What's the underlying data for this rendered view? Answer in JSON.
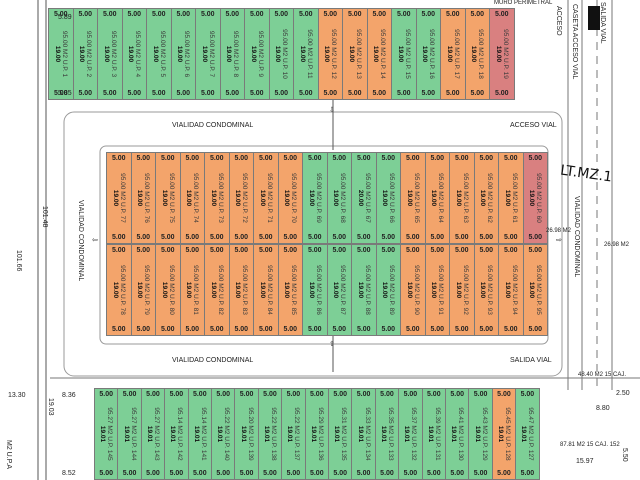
{
  "colors": {
    "green": "#7dcf96",
    "orange": "#f3a46b",
    "red": "#d98080"
  },
  "labels": {
    "vialidad_top": "VIALIDAD CONDOMINAL",
    "acceso_vial": "ACCESO VIAL",
    "vialidad_bottom": "VIALIDAD CONDOMINAL",
    "salida_vial": "SALIDA VIAL",
    "vialidad_left": "VIALIDAD CONDOMINAL",
    "vialidad_right": "VIALIDAD CONDOMINAL",
    "salida_vial_right": "SALIDA VIAL",
    "castillo_acceso": "CASETA ACCESO VIAL",
    "acceso": "ACCESO",
    "lt_mz": "LT.MZ.1",
    "muro": "MURO PERIMETRAL",
    "m2_upa": "M2 U.P.A",
    "area_right": "48.40 M2 15 CAJ.",
    "area_bottom_right": "87.81 M2 15 CAJ. 152",
    "dim_101_66": "101.66",
    "dim_101_48": "101.48",
    "dim_8_36": "8.36",
    "dim_8_52": "8.52",
    "dim_13_30": "13.30",
    "dim_8_80": "8.80",
    "dim_15_97": "15.97",
    "dim_5_85": "5.85",
    "dim_5_89": "5.89",
    "dim_26_98_a": "26.98 M2",
    "dim_26_98_b": "26.98 M2",
    "dim_19_03": "19.03",
    "dim_2_50": "2.50",
    "dim_5_50": "5.50",
    "arrow_down": "⇩",
    "arrow_up": "⇧",
    "arrow_left": "⇦",
    "arrow_right": "⇨"
  },
  "rows": [
    {
      "name": "top-row",
      "width_label": "5.00",
      "lots": [
        {
          "c": "green",
          "a": "95.00 M2 U.P. 1",
          "d": "19.00"
        },
        {
          "c": "green",
          "a": "95.00 M2 U.P. 2",
          "d": "19.00"
        },
        {
          "c": "green",
          "a": "95.00 M2 U.P. 3",
          "d": "19.00"
        },
        {
          "c": "green",
          "a": "95.00 M2 U.P. 4",
          "d": "19.00"
        },
        {
          "c": "green",
          "a": "95.00 M2 U.P. 5",
          "d": "19.00"
        },
        {
          "c": "green",
          "a": "95.00 M2 U.P. 6",
          "d": "19.00"
        },
        {
          "c": "green",
          "a": "95.00 M2 U.P. 7",
          "d": "19.00"
        },
        {
          "c": "green",
          "a": "95.00 M2 U.P. 8",
          "d": "19.00"
        },
        {
          "c": "green",
          "a": "95.00 M2 U.P. 9",
          "d": "19.00"
        },
        {
          "c": "green",
          "a": "95.00 M2 U.P. 10",
          "d": "19.00"
        },
        {
          "c": "green",
          "a": "95.00 M2 U.P. 11",
          "d": "19.00"
        },
        {
          "c": "orange",
          "a": "95.00 M2 U.P. 12",
          "d": "19.00"
        },
        {
          "c": "orange",
          "a": "95.00 M2 U.P. 13",
          "d": "19.00"
        },
        {
          "c": "orange",
          "a": "95.00 M2 U.P. 14",
          "d": "19.00"
        },
        {
          "c": "green",
          "a": "95.00 M2 U.P. 15",
          "d": "19.00"
        },
        {
          "c": "green",
          "a": "95.00 M2 U.P. 16",
          "d": "19.00"
        },
        {
          "c": "orange",
          "a": "95.00 M2 U.P. 17",
          "d": "19.00"
        },
        {
          "c": "orange",
          "a": "95.00 M2 U.P. 18",
          "d": "19.00"
        },
        {
          "c": "red",
          "a": "95.00 M2 U.P. 19",
          "d": "19.00"
        }
      ]
    },
    {
      "name": "middle-upper-row",
      "width_label": "5.00",
      "lots": [
        {
          "c": "orange",
          "a": "95.00 M2 U.P. 77",
          "d": "19.00"
        },
        {
          "c": "orange",
          "a": "95.00 M2 U.P. 76",
          "d": "19.00"
        },
        {
          "c": "orange",
          "a": "95.00 M2 U.P. 75",
          "d": "19.00"
        },
        {
          "c": "orange",
          "a": "95.00 M2 U.P. 74",
          "d": "19.00"
        },
        {
          "c": "orange",
          "a": "95.00 M2 U.P. 73",
          "d": "19.00"
        },
        {
          "c": "orange",
          "a": "95.00 M2 U.P. 72",
          "d": "19.00"
        },
        {
          "c": "orange",
          "a": "95.00 M2 U.P. 71",
          "d": "19.00"
        },
        {
          "c": "orange",
          "a": "95.00 M2 U.P. 70",
          "d": "19.00"
        },
        {
          "c": "green",
          "a": "95.00 M2 U.P. 69",
          "d": "19.00"
        },
        {
          "c": "green",
          "a": "95.00 M2 U.P. 68",
          "d": "19.00"
        },
        {
          "c": "green",
          "a": "95.00 M2 U.P. 67",
          "d": "20.00"
        },
        {
          "c": "green",
          "a": "95.00 M2 U.P. 66",
          "d": "19.00"
        },
        {
          "c": "orange",
          "a": "95.00 M2 U.P. 65",
          "d": "19.00"
        },
        {
          "c": "orange",
          "a": "95.00 M2 U.P. 64",
          "d": "19.00"
        },
        {
          "c": "orange",
          "a": "95.00 M2 U.P. 63",
          "d": "19.00"
        },
        {
          "c": "orange",
          "a": "95.00 M2 U.P. 62",
          "d": "19.00"
        },
        {
          "c": "orange",
          "a": "95.00 M2 U.P. 61",
          "d": "19.00"
        },
        {
          "c": "red",
          "a": "95.00 M2 U.P. 60",
          "d": "19.00"
        }
      ]
    },
    {
      "name": "middle-lower-row",
      "width_label": "5.00",
      "lots": [
        {
          "c": "orange",
          "a": "95.00 M2 U.P. 78",
          "d": "19.00"
        },
        {
          "c": "orange",
          "a": "95.00 M2 U.P. 79",
          "d": "19.00"
        },
        {
          "c": "orange",
          "a": "95.00 M2 U.P. 80",
          "d": "19.00"
        },
        {
          "c": "orange",
          "a": "95.00 M2 U.P. 81",
          "d": "19.00"
        },
        {
          "c": "orange",
          "a": "95.00 M2 U.P. 82",
          "d": "19.00"
        },
        {
          "c": "orange",
          "a": "95.00 M2 U.P. 83",
          "d": "19.00"
        },
        {
          "c": "orange",
          "a": "95.00 M2 U.P. 84",
          "d": "19.00"
        },
        {
          "c": "orange",
          "a": "95.00 M2 U.P. 85",
          "d": "19.00"
        },
        {
          "c": "green",
          "a": "95.00 M2 U.P. 86",
          "d": "19.00"
        },
        {
          "c": "green",
          "a": "95.00 M2 U.P. 87",
          "d": "19.00"
        },
        {
          "c": "green",
          "a": "95.00 M2 U.P. 88",
          "d": "19.00"
        },
        {
          "c": "green",
          "a": "95.00 M2 U.P. 89",
          "d": "19.00"
        },
        {
          "c": "orange",
          "a": "95.00 M2 U.P. 90",
          "d": "19.00"
        },
        {
          "c": "orange",
          "a": "95.00 M2 U.P. 91",
          "d": "19.00"
        },
        {
          "c": "orange",
          "a": "95.00 M2 U.P. 92",
          "d": "19.00"
        },
        {
          "c": "orange",
          "a": "95.00 M2 U.P. 93",
          "d": "19.00"
        },
        {
          "c": "orange",
          "a": "95.00 M2 U.P. 94",
          "d": "19.00"
        },
        {
          "c": "orange",
          "a": "95.00 M2 U.P. 95",
          "d": "19.00"
        }
      ]
    },
    {
      "name": "bottom-row",
      "width_label": "5.00",
      "lots": [
        {
          "c": "green",
          "a": "95.27 M2 U.P. 145",
          "d": "19.01"
        },
        {
          "c": "green",
          "a": "95.27 M2 U.P. 144",
          "d": "19.01"
        },
        {
          "c": "green",
          "a": "95.27 M2 U.P. 143",
          "d": "19.01"
        },
        {
          "c": "green",
          "a": "95.14 M2 U.P. 142",
          "d": "19.01"
        },
        {
          "c": "green",
          "a": "95.14 M2 U.P. 141",
          "d": "19.01"
        },
        {
          "c": "green",
          "a": "95.22 M2 U.P. 140",
          "d": "19.01"
        },
        {
          "c": "green",
          "a": "95.20 M2 U.P. 139",
          "d": "19.01"
        },
        {
          "c": "green",
          "a": "95.22 M2 U.P. 138",
          "d": "19.01"
        },
        {
          "c": "green",
          "a": "95.22 M2 U.P. 137",
          "d": "19.01"
        },
        {
          "c": "green",
          "a": "95.29 M2 U.P. 136",
          "d": "19.01"
        },
        {
          "c": "green",
          "a": "95.31 M2 U.P. 135",
          "d": "19.01"
        },
        {
          "c": "green",
          "a": "95.33 M2 U.P. 134",
          "d": "19.01"
        },
        {
          "c": "green",
          "a": "95.35 M2 U.P. 133",
          "d": "19.01"
        },
        {
          "c": "green",
          "a": "95.37 M2 U.P. 132",
          "d": "19.01"
        },
        {
          "c": "green",
          "a": "95.39 M2 U.P. 131",
          "d": "19.01"
        },
        {
          "c": "green",
          "a": "95.41 M2 U.P. 130",
          "d": "19.01"
        },
        {
          "c": "green",
          "a": "95.43 M2 U.P. 129",
          "d": "19.01"
        },
        {
          "c": "orange",
          "a": "95.45 M2 U.P. 128",
          "d": "19.01"
        },
        {
          "c": "green",
          "a": "95.47 M2 U.P. 127",
          "d": "19.01"
        }
      ]
    }
  ]
}
